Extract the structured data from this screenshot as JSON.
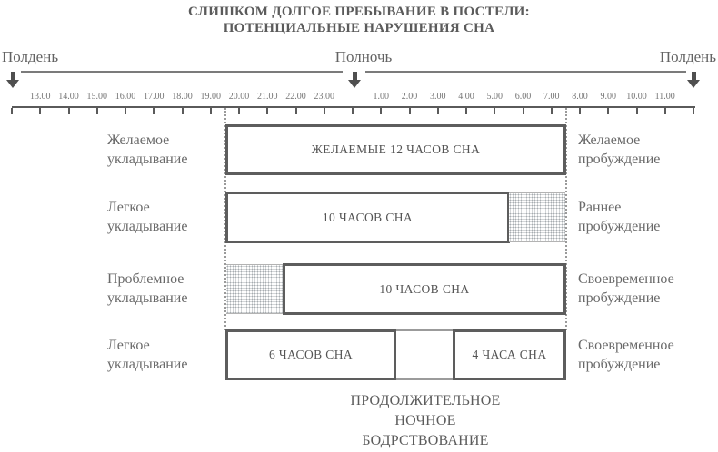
{
  "title": {
    "line1": "СЛИШКОМ ДОЛГОЕ ПРЕБЫВАНИЕ В ПОСТЕЛИ:",
    "line2": "ПОТЕНЦИАЛЬНЫЕ НАРУШЕНИЯ СНА"
  },
  "timeline": {
    "left_marker": "Полдень",
    "middle_marker": "Полночь",
    "right_marker": "Полдень",
    "tick_labels": [
      "13.00",
      "14.00",
      "15.00",
      "16.00",
      "17.00",
      "18.00",
      "19.00",
      "20.00",
      "21.00",
      "22.00",
      "23.00",
      "1.00",
      "2.00",
      "3.00",
      "4.00",
      "5.00",
      "6.00",
      "7.00",
      "8.00",
      "9.00",
      "10.00",
      "11.00"
    ],
    "bed_window_from": "19.30",
    "bed_window_to": "7.30"
  },
  "rows": [
    {
      "left_label_line1": "Желаемое",
      "left_label_line2": "укладывание",
      "right_label_line1": "Желаемое",
      "right_label_line2": "пробуждение",
      "segments": [
        {
          "type": "sleep",
          "label": "ЖЕЛАЕМЫЕ 12 ЧАСОВ СНА",
          "from": "19.30",
          "to": "7.30"
        }
      ]
    },
    {
      "left_label_line1": "Легкое",
      "left_label_line2": "укладывание",
      "right_label_line1": "Раннее",
      "right_label_line2": "пробуждение",
      "segments": [
        {
          "type": "sleep",
          "label": "10 ЧАСОВ СНА",
          "from": "19.30",
          "to": "5.30"
        },
        {
          "type": "in-bed-awake",
          "label": "",
          "from": "5.30",
          "to": "7.30"
        }
      ]
    },
    {
      "left_label_line1": "Проблемное",
      "left_label_line2": "укладывание",
      "right_label_line1": "Своевременное",
      "right_label_line2": "пробуждение",
      "segments": [
        {
          "type": "in-bed-awake",
          "label": "",
          "from": "19.30",
          "to": "21.30"
        },
        {
          "type": "sleep",
          "label": "10 ЧАСОВ СНА",
          "from": "21.30",
          "to": "7.30"
        }
      ]
    },
    {
      "left_label_line1": "Легкое",
      "left_label_line2": "укладывание",
      "right_label_line1": "Своевременное",
      "right_label_line2": "пробуждение",
      "segments": [
        {
          "type": "sleep",
          "label": "6 ЧАСОВ СНА",
          "from": "19.30",
          "to": "1.30"
        },
        {
          "type": "night-waking",
          "label": "",
          "from": "1.30",
          "to": "3.30"
        },
        {
          "type": "sleep",
          "label": "4 ЧАСА СНА",
          "from": "3.30",
          "to": "7.30"
        }
      ]
    }
  ],
  "footer": {
    "line1": "ПРОДОЛЖИТЕЛЬНОЕ",
    "line2": "НОЧНОЕ",
    "line3": "БОДРСТВОВАНИЕ"
  },
  "colors": {
    "bar_border": "#5d5d5d",
    "text_gray": "#696969",
    "title_gray": "#5b5b5b",
    "ruler_gray": "#5a5a5a",
    "dash_gray": "#9a9a9a",
    "dot_fill": "#a7acb0"
  }
}
